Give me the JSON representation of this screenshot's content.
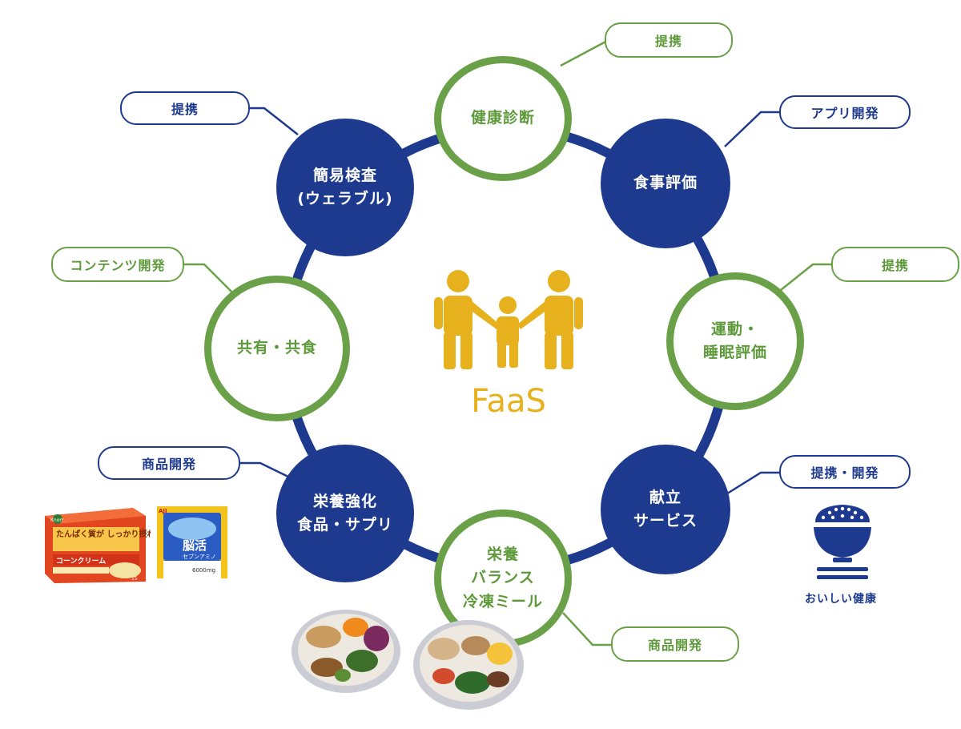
{
  "center": {
    "label": "FaaS",
    "icon": "family-icon"
  },
  "nodes": {
    "kenko_shindan": "健康診断",
    "shokuji_hyoka": "食事評価",
    "undo_suimin": "運動・\n睡眠評価",
    "kondate": "献立\nサービス",
    "eiyo_reito": "栄養\nバランス\n冷凍ミール",
    "eiyo_kyoka": "栄養強化\n食品・サプリ",
    "kyoyu": "共有・共食",
    "kani_kensa": "簡易検査\n(ウェラブル)"
  },
  "tags": {
    "kenko_shindan": "提携",
    "shokuji_hyoka": "アプリ開発",
    "undo_suimin": "提携",
    "kondate": "提携・開発",
    "eiyo_reito": "商品開発",
    "eiyo_kyoka": "商品開発",
    "kyoyu": "コンテンツ開発",
    "kani_kensa": "提携"
  },
  "brand": {
    "bowl_caption": "おいしい健康",
    "bowl_icon": "rice-bowl-icon"
  },
  "product_photos": {
    "soup_box": {
      "brand": "Knorr",
      "headline": "たんぱく質が\nしっかり摂れるスープ",
      "flavor": "コーンクリーム",
      "count": "15"
    },
    "amino_box": {
      "brand": "AJI",
      "headline": "脳活",
      "subline": "セブンアミノ",
      "amount": "6000mg"
    },
    "meal_trays": [
      "frozen-meal-tray-1",
      "frozen-meal-tray-2"
    ]
  },
  "colors": {
    "blue": "#1e3a8e",
    "green": "#6aa148",
    "gold": "#e7b11e"
  }
}
